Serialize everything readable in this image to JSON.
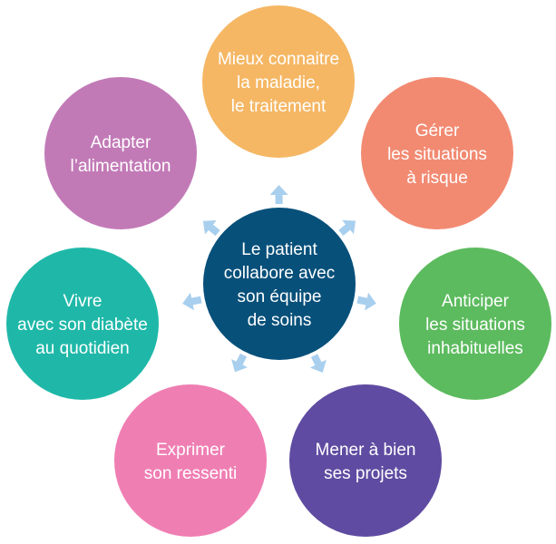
{
  "center": {
    "lines": [
      "Le patient",
      "collabore avec",
      "son équipe",
      "de soins"
    ],
    "color": "#07507a"
  },
  "outer": [
    {
      "id": "maladie",
      "lines": [
        "Mieux connaitre",
        "la maladie,",
        "le traitement"
      ],
      "color": "#f5b764"
    },
    {
      "id": "risque",
      "lines": [
        "Gérer",
        "les situations",
        "à risque"
      ],
      "color": "#f28a72"
    },
    {
      "id": "inhabituelles",
      "lines": [
        "Anticiper",
        "les situations",
        "inhabituelles"
      ],
      "color": "#5cbb5e"
    },
    {
      "id": "projets",
      "lines": [
        "Mener à bien",
        "ses projets"
      ],
      "color": "#5f4ba1"
    },
    {
      "id": "ressenti",
      "lines": [
        "Exprimer",
        "son ressenti"
      ],
      "color": "#ef7eb3"
    },
    {
      "id": "diabete",
      "lines": [
        "Vivre",
        "avec son diabète",
        "au quotidien"
      ],
      "color": "#1fb8a8"
    },
    {
      "id": "alimentation",
      "lines": [
        "Adapter",
        "l’alimentation"
      ],
      "color": "#c27ab7"
    }
  ],
  "arrow_color": "#a8cfee"
}
